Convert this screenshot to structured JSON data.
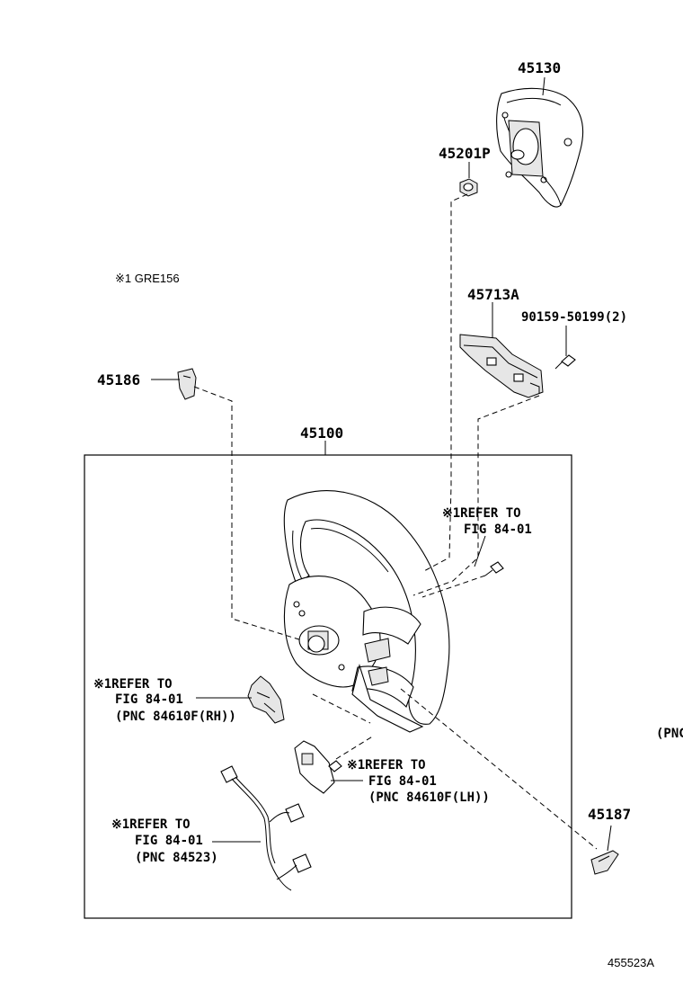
{
  "diagram": {
    "note_legend": "※1 GRE156",
    "part_numbers": {
      "p45130": "45130",
      "p45201p": "45201P",
      "p45713a": "45713A",
      "p90159": "90159-50199(2)",
      "p45186": "45186",
      "p45100": "45100",
      "p45187": "45187"
    },
    "refer_notes": {
      "top_right": [
        "※1REFER TO",
        "FIG 84-01"
      ],
      "rh_switch": [
        "※1REFER TO",
        "FIG 84-01",
        "(PNC 84610F(RH))"
      ],
      "lh_switch": [
        "※1REFER TO",
        "FIG 84-01",
        "(PNC 84610F(LH))"
      ],
      "harness": [
        "※1REFER TO",
        "FIG 84-01",
        "(PNC 84523)"
      ]
    },
    "cropped_text": "(PNC",
    "figure_id": "455523A"
  }
}
